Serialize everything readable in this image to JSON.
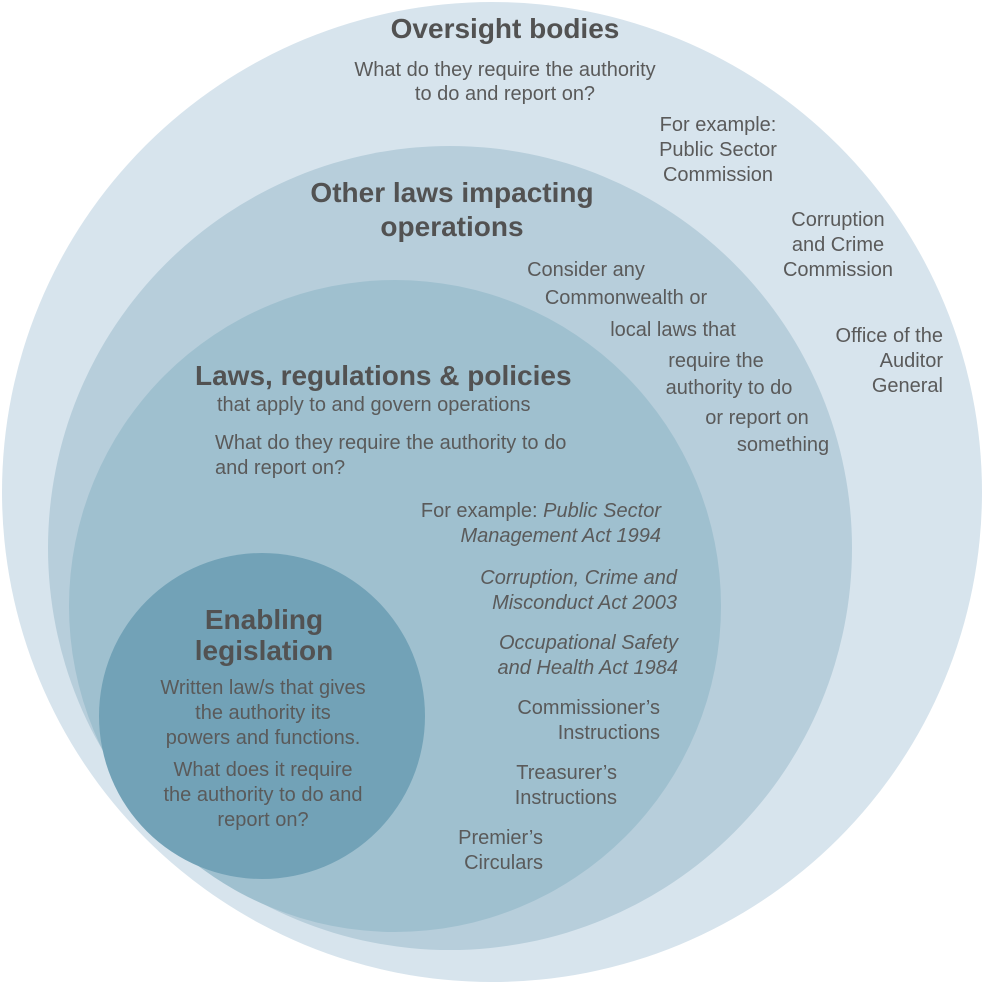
{
  "colors": {
    "outer_circle": "#d7e4ed",
    "second_circle": "#b7cedb",
    "third_circle": "#9fc0cf",
    "inner_circle": "#72a2b7",
    "text": "#5a5a5a",
    "title_text": "#525252"
  },
  "outer_circle": {
    "title": "Oversight bodies",
    "question": "What do they require the authority\nto do and report on?",
    "example_psc": "For example:\nPublic Sector\nCommission",
    "example_ccc": "Corruption\nand Crime\nCommission",
    "example_oag": "Office of the\nAuditor\nGeneral"
  },
  "second_circle": {
    "title": "Other laws impacting\noperations",
    "note_lines": [
      "Consider any",
      "Commonwealth or",
      "local laws that",
      "require the",
      "authority to do",
      "or report on",
      "something"
    ]
  },
  "third_circle": {
    "title": "Laws, regulations & policies",
    "subtitle": "that apply to and govern operations",
    "question": "What do they require the authority to do\nand report on?",
    "example_prefix": "For example:",
    "example_act1": "Public Sector Management Act 1994",
    "example_act2": "Corruption, Crime and\nMisconduct Act 2003",
    "example_act3": "Occupational Safety\nand Health Act 1984",
    "example_ci": "Commissioner’s\nInstructions",
    "example_ti": "Treasurer’s\nInstructions",
    "example_pc": "Premier’s\nCirculars"
  },
  "inner_circle": {
    "title": "Enabling\nlegislation",
    "description": "Written law/s that gives\nthe authority its\npowers and functions.",
    "question": "What does it require\nthe authority to do and\nreport on?"
  }
}
